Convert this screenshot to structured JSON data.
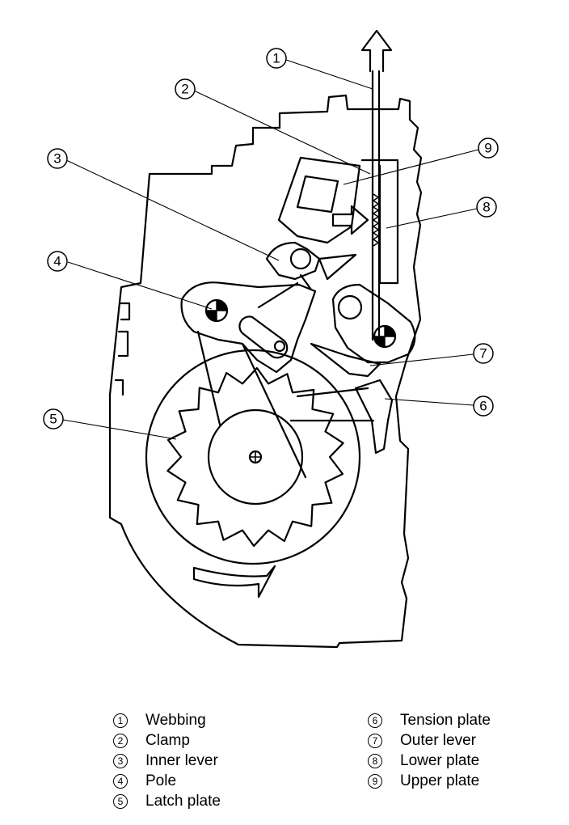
{
  "callouts": [
    {
      "num": "1",
      "name": "Webbing"
    },
    {
      "num": "2",
      "name": "Clamp"
    },
    {
      "num": "3",
      "name": "Inner lever"
    },
    {
      "num": "4",
      "name": "Pole"
    },
    {
      "num": "5",
      "name": "Latch plate"
    },
    {
      "num": "6",
      "name": "Tension plate"
    },
    {
      "num": "7",
      "name": "Outer lever"
    },
    {
      "num": "8",
      "name": "Lower plate"
    },
    {
      "num": "9",
      "name": "Upper plate"
    }
  ]
}
